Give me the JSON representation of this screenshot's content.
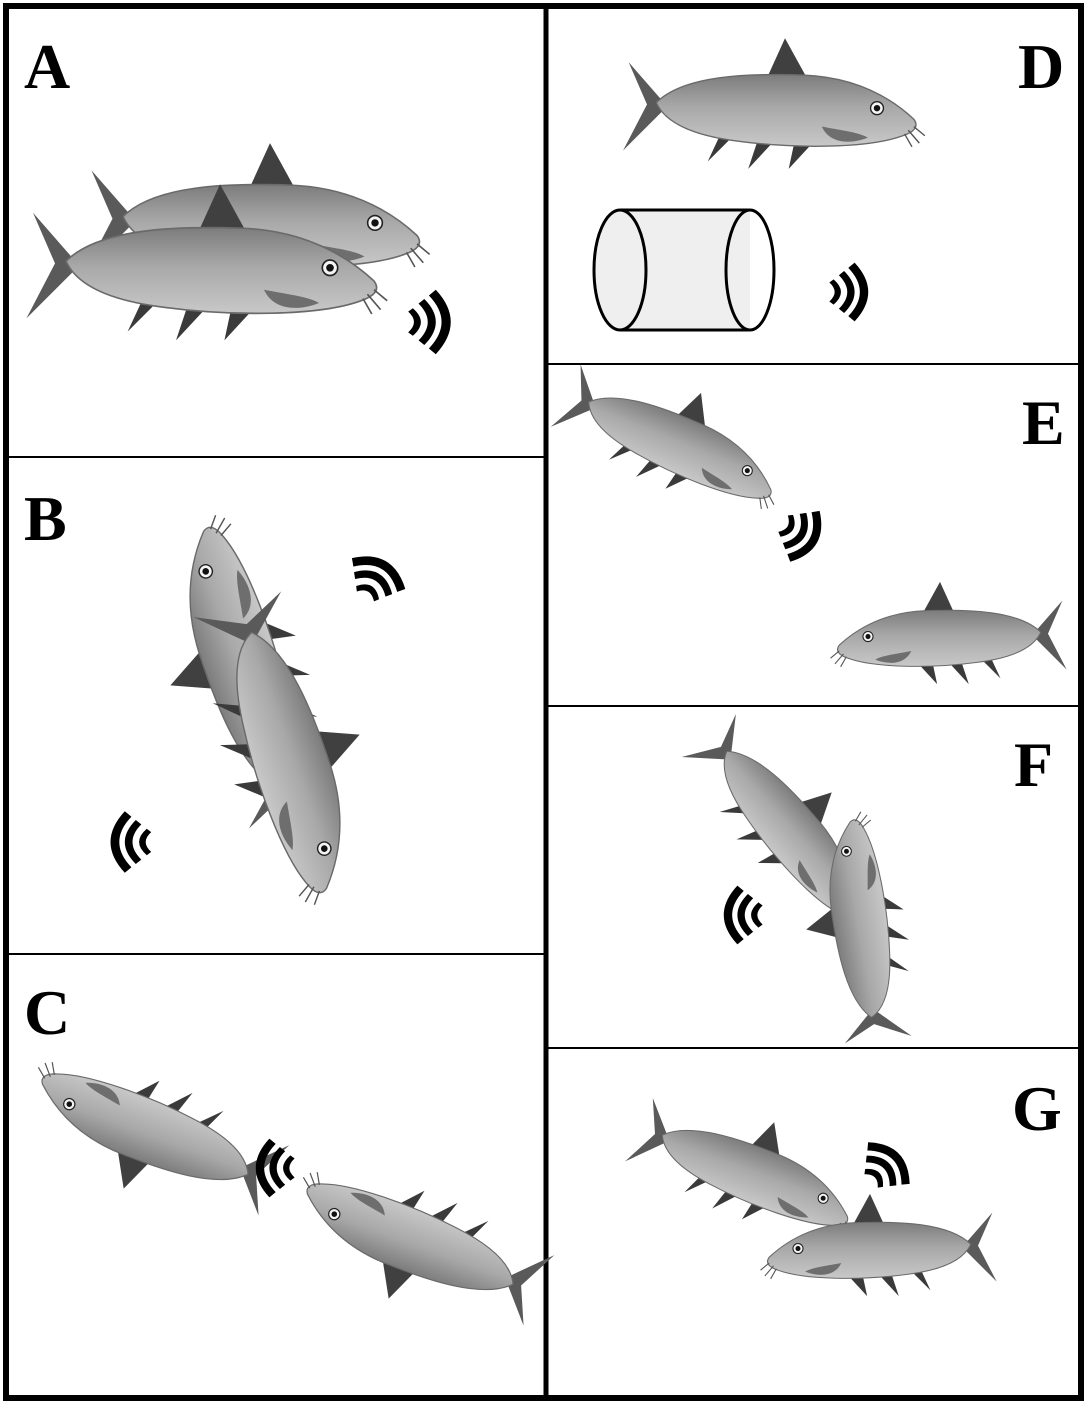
{
  "panels": [
    {
      "id": "A",
      "label": "A"
    },
    {
      "id": "B",
      "label": "B"
    },
    {
      "id": "C",
      "label": "C"
    },
    {
      "id": "D",
      "label": "D"
    },
    {
      "id": "E",
      "label": "E"
    },
    {
      "id": "F",
      "label": "F"
    },
    {
      "id": "G",
      "label": "G"
    }
  ],
  "icons": {
    "fish": "loach-fish-icon",
    "sound": "sound-wave-icon",
    "tube": "tube-shelter-icon"
  },
  "colors": {
    "background": "#ffffff",
    "border": "#000000",
    "fish_body": "#9a9a9a",
    "fish_fin": "#3e3e3e",
    "tube_fill": "#efefef"
  }
}
